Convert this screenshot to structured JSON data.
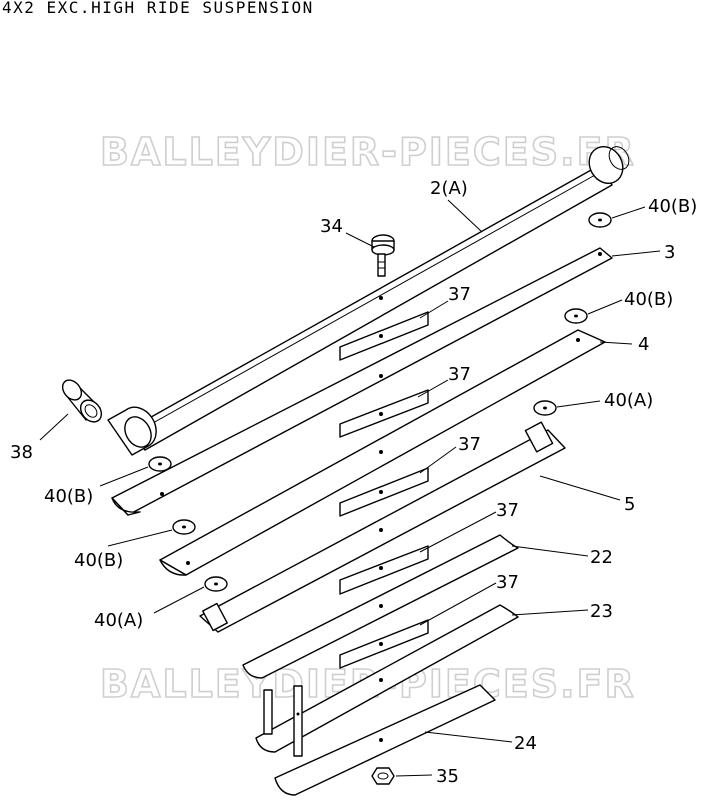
{
  "title": "4X2 EXC.HIGH RIDE SUSPENSION",
  "watermark": "BALLEYDIER-PIECES.FR",
  "labels": {
    "l2a": "2(A)",
    "l34": "34",
    "l40b_1": "40(B)",
    "l3": "3",
    "l37_1": "37",
    "l40b_2": "40(B)",
    "l4": "4",
    "l37_2": "37",
    "l40a_1": "40(A)",
    "l38": "38",
    "l37_3": "37",
    "l40b_3": "40(B)",
    "l5": "5",
    "l37_4": "37",
    "l40b_4": "40(B)",
    "l22": "22",
    "l37_5": "37",
    "l40a_2": "40(A)",
    "l23": "23",
    "l24": "24",
    "l35": "35"
  }
}
